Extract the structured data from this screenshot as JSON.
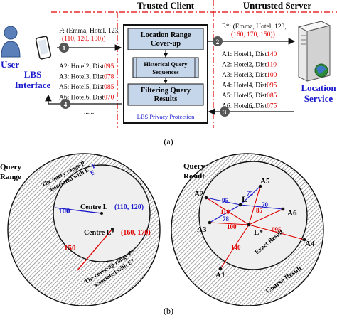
{
  "top": {
    "trusted_client": "Trusted Client",
    "untrusted_server": "Untrusted Server",
    "user_label": "User",
    "lbs_interface_line1": "LBS",
    "lbs_interface_line2": "Interface",
    "location_service_line1": "Location",
    "location_service_line2": "Service",
    "query_f_prefix": "F: (Emma, Hotel, 123,",
    "query_f_values": "(110, 120, 100))",
    "query_e_prefix": "E*: (Emma, Hotel, 123,",
    "query_e_values": "(160, 170, 150))",
    "step1": "1",
    "step2": "2",
    "step3": "3",
    "step4": "4",
    "box_cover_up_1": "Location Range",
    "box_cover_up_2": "Cover-up",
    "box_history_1": "Historical Query",
    "box_history_2": "Sequences",
    "box_filter_1": "Filtering Query",
    "box_filter_2": "Results",
    "protection_label": "LBS Privacy Protection",
    "server_results": [
      {
        "name": "A1: Hotel1, Dist",
        "dist": "140"
      },
      {
        "name": "A2: Hotel2, Dist",
        "dist": "110"
      },
      {
        "name": "A3: Hotel3, Dist",
        "dist": "100"
      },
      {
        "name": "A4: Hotel4, Dist",
        "dist": "095"
      },
      {
        "name": "A5: Hotel5, Dist",
        "dist": "085"
      },
      {
        "name": "A6: Hotel6, Dist",
        "dist": "075"
      }
    ],
    "client_results": [
      {
        "name": "A2: Hotel2, Dist",
        "dist": "095"
      },
      {
        "name": "A3: Hotel3, Dist",
        "dist": "078"
      },
      {
        "name": "A5: Hotel5, Dist",
        "dist": "085"
      },
      {
        "name": "A6: Hotel6, Dist",
        "dist": "070"
      }
    ],
    "ellipsis": "......",
    "caption": "(a)"
  },
  "bottom": {
    "left_title_1": "Query",
    "left_title_2": "Range",
    "inner_range_1": "The query range P",
    "inner_range_2": "associated with E",
    "centre_l": "Centre L",
    "centre_l_coords": "(110, 120)",
    "centre_lstar": "Centre L*",
    "centre_lstar_coords": "(160, 170)",
    "radius_small": "100",
    "radius_large": "150",
    "outer_range_1": "The cover-up range P*",
    "outer_range_2": "associated with E*",
    "right_title_1": "Query",
    "right_title_2": "Result",
    "point_a1": "A1",
    "point_a2": "A2",
    "point_a3": "A3",
    "point_a4": "A4",
    "point_a5": "A5",
    "point_a6": "A6",
    "point_l": "L",
    "point_lstar": "L*",
    "dist_95": "95",
    "dist_75": "75",
    "dist_110": "110",
    "dist_85": "85",
    "dist_70": "70",
    "dist_78": "78",
    "dist_100": "100",
    "dist_095": "095",
    "dist_140": "140",
    "exact_result": "Exact Result",
    "coarse_result": "Coarse Result",
    "caption": "(b)"
  },
  "colors": {
    "red": "#e00000",
    "blue": "#1a1acc",
    "hatch": "#9a9a9a",
    "inner_fill": "#efefef"
  }
}
